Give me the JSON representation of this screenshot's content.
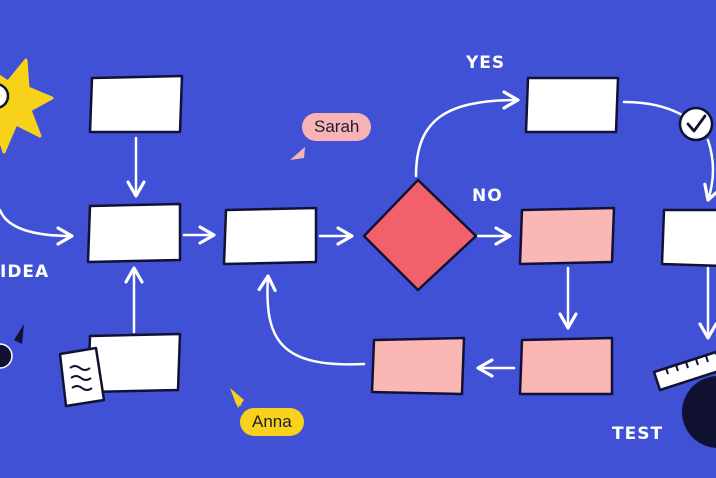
{
  "colors": {
    "background": "#4051d6",
    "box_white": "#ffffff",
    "box_pink": "#fbb6b6",
    "decision": "#f2616b",
    "outline": "#111133",
    "sun": "#f8d21a",
    "sarah_tag": "#f8b4b4",
    "anna_tag": "#f8d21a"
  },
  "labels": {
    "idea": "IDEA",
    "yes": "YES",
    "no": "NO",
    "test": "TEST"
  },
  "collaborators": [
    {
      "name": "Sarah"
    },
    {
      "name": "Anna"
    }
  ],
  "icons": {
    "sun": "sun-icon",
    "document": "document-icon",
    "checkmark": "checkmark-circle-icon",
    "ruler": "ruler-icon",
    "cursor": "cursor-arrow-icon"
  }
}
